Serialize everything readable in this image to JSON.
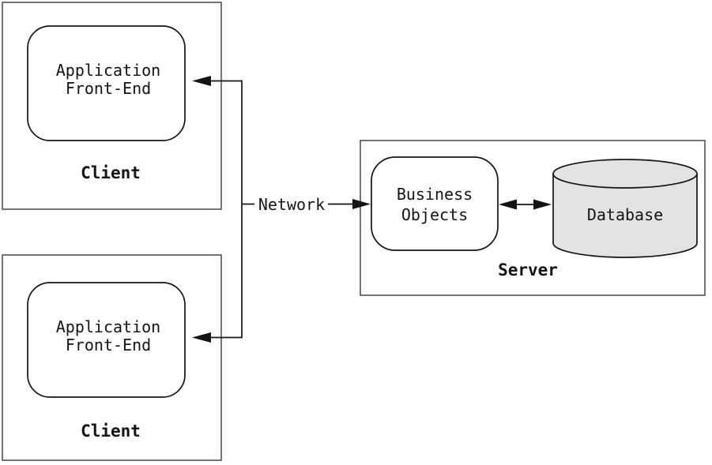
{
  "nodes": {
    "client_top": {
      "component_line1": "Application",
      "component_line2": "Front-End",
      "box_label": "Client"
    },
    "client_bottom": {
      "component_line1": "Application",
      "component_line2": "Front-End",
      "box_label": "Client"
    },
    "server": {
      "box_label": "Server",
      "component_line1": "Business",
      "component_line2": "Objects",
      "database_label": "Database"
    }
  },
  "connections": {
    "network_label": "Network"
  },
  "colors": {
    "background": "#ffffff",
    "outer_box_border": "#3a3a3a",
    "shape_border": "#141414",
    "cylinder_fill": "#e3e3e3",
    "text": "#141414"
  }
}
